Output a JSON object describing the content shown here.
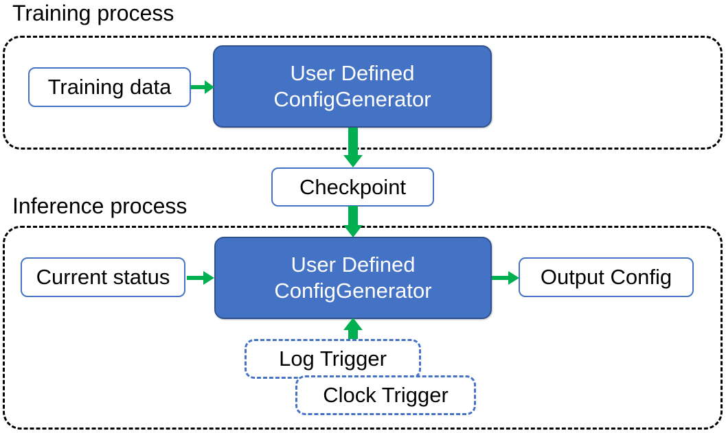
{
  "diagram": {
    "title_training": "Training process",
    "title_inference": "Inference process",
    "colors": {
      "primary_fill": "#4472C4",
      "primary_stroke": "#2F528F",
      "box_stroke": "#4472C4",
      "arrow": "#00B050",
      "container_stroke": "#000000",
      "text": "#000000",
      "primary_text": "#FFFFFF"
    },
    "nodes": {
      "training_data": "Training data",
      "generator_training": "User Defined\nConfigGenerator",
      "checkpoint": "Checkpoint",
      "current_status": "Current status",
      "generator_inference": "User Defined\nConfigGenerator",
      "output_config": "Output Config",
      "log_trigger": "Log Trigger",
      "clock_trigger": "Clock Trigger"
    },
    "edges": [
      {
        "from": "training_data",
        "to": "generator_training",
        "direction": "right"
      },
      {
        "from": "generator_training",
        "to": "checkpoint",
        "direction": "down"
      },
      {
        "from": "checkpoint",
        "to": "generator_inference",
        "direction": "down"
      },
      {
        "from": "current_status",
        "to": "generator_inference",
        "direction": "right"
      },
      {
        "from": "generator_inference",
        "to": "output_config",
        "direction": "right"
      },
      {
        "from": "log_trigger",
        "to": "generator_inference",
        "direction": "up"
      }
    ]
  }
}
